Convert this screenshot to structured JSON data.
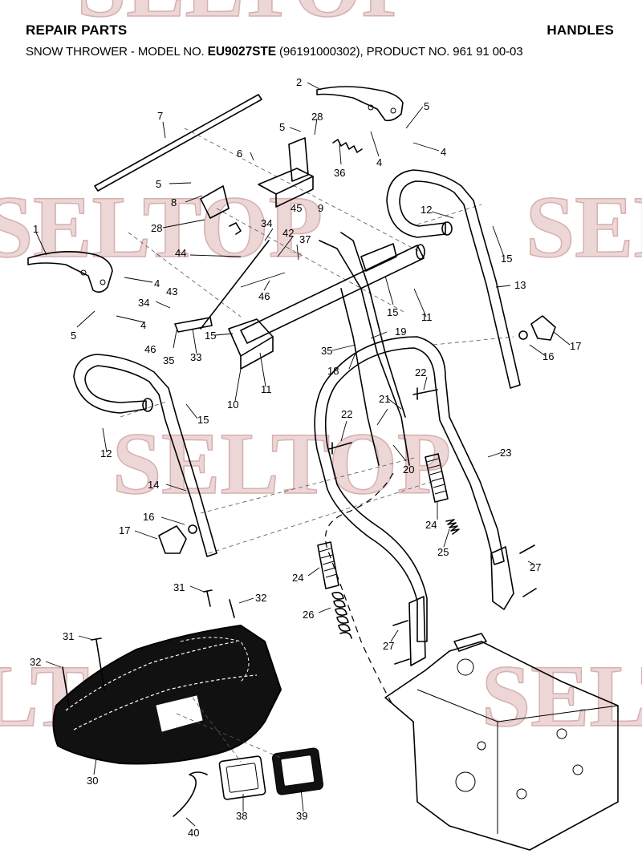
{
  "header": {
    "section": "REPAIR PARTS",
    "category": "HANDLES",
    "subtitle_prefix": "SNOW THROWER - MODEL NO. ",
    "model": "EU9027STE",
    "subtitle_suffix": " (96191000302), PRODUCT NO. 961 91 00-03"
  },
  "watermark": "SELTOP",
  "callouts": {
    "c1": "1",
    "c2": "2",
    "c4a": "4",
    "c4b": "4",
    "c4c": "4",
    "c4d": "4",
    "c5a": "5",
    "c5b": "5",
    "c5c": "5",
    "c5d": "5",
    "c6": "6",
    "c7": "7",
    "c8": "8",
    "c9": "9",
    "c10": "10",
    "c11a": "11",
    "c11b": "11",
    "c12a": "12",
    "c12b": "12",
    "c13": "13",
    "c14": "14",
    "c15a": "15",
    "c15b": "15",
    "c15c": "15",
    "c15d": "15",
    "c16a": "16",
    "c16b": "16",
    "c17a": "17",
    "c17b": "17",
    "c18": "18",
    "c19": "19",
    "c20": "20",
    "c21": "21",
    "c22a": "22",
    "c22b": "22",
    "c23": "23",
    "c24a": "24",
    "c24b": "24",
    "c25": "25",
    "c26": "26",
    "c27a": "27",
    "c27b": "27",
    "c28a": "28",
    "c28b": "28",
    "c30": "30",
    "c31a": "31",
    "c31b": "31",
    "c32a": "32",
    "c32b": "32",
    "c33": "33",
    "c34a": "34",
    "c34b": "34",
    "c35a": "35",
    "c35b": "35",
    "c36": "36",
    "c37": "37",
    "c38": "38",
    "c39": "39",
    "c40": "40",
    "c42": "42",
    "c43": "43",
    "c44": "44",
    "c45": "45",
    "c46a": "46",
    "c46b": "46"
  }
}
